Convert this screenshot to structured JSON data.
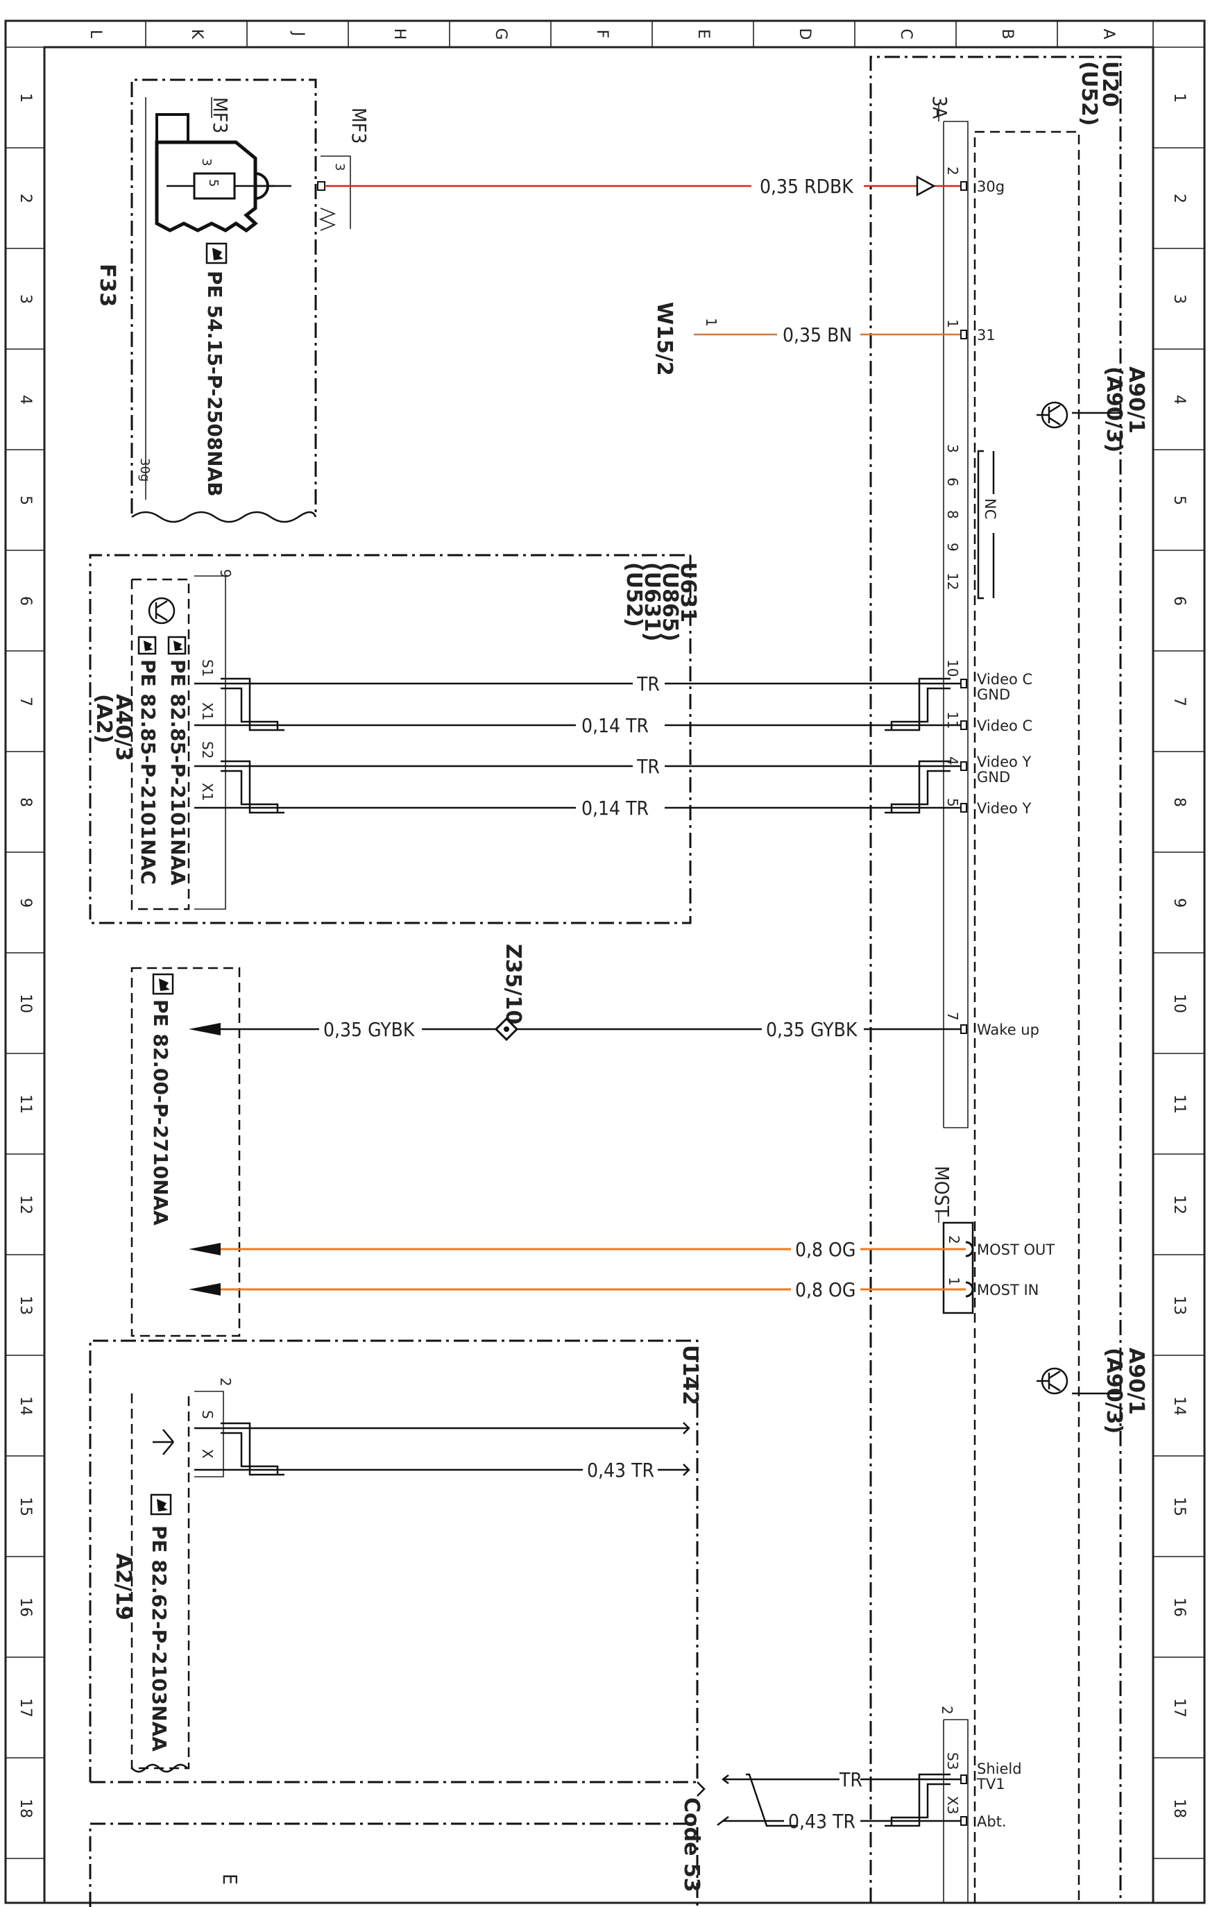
{
  "grid": {
    "columns": [
      "L",
      "K",
      "J",
      "H",
      "G",
      "F",
      "E",
      "D",
      "C",
      "B",
      "A"
    ],
    "rows": [
      "1",
      "2",
      "3",
      "4",
      "5",
      "6",
      "7",
      "8",
      "9",
      "10",
      "11",
      "12",
      "13",
      "14",
      "15",
      "16",
      "17",
      "18"
    ]
  },
  "colors": {
    "rdbk": "#e0201c",
    "bn": "#cc7a3a",
    "og": "#f07a1a",
    "black": "#111111"
  },
  "components": {
    "u20": "U20",
    "u52": "(U52)",
    "a90_1": "A90/1",
    "a90_3": "(A90/3)",
    "mf3": "MF3",
    "f33": "F33",
    "w15_2": "W15/2",
    "u631": "U631",
    "u865": "(U865)",
    "u631b": "(U631)",
    "u52b": "(U52)",
    "a40_3": "A40/3",
    "a2": "(A2)",
    "z35_10": "Z35/10",
    "u142": "U142",
    "a2_19": "A2/19",
    "code53": "Code 53",
    "most": "MOST",
    "three_a": "3A",
    "e": "E",
    "nc": "NC"
  },
  "pe_refs": {
    "f33": "PE 54.15-P-2508NAB",
    "a40_1": "PE 82.85-P-2101NAA",
    "a40_2": "PE 82.85-P-2101NAC",
    "wake": "PE 82.00-P-2710NAA",
    "a2_19": "PE 82.62-P-2103NAA"
  },
  "wires": {
    "w1": "0,35 RDBK",
    "w2": "0,35 BN",
    "w3": "TR",
    "w4": "0,14 TR",
    "w5": "TR",
    "w6": "0,14 TR",
    "w7": "0,35 GYBK",
    "w8": "0,35 GYBK",
    "w9": "0,8 OG",
    "w10": "0,8 OG",
    "w11": "0,43 TR",
    "w12": "TR",
    "w13": "0,43 TR"
  },
  "pins": {
    "p2": "2",
    "p1": "1",
    "nc1": "3",
    "nc2": "6",
    "nc3": "8",
    "nc4": "9",
    "nc5": "12",
    "p10": "10",
    "p11": "11",
    "p4": "4",
    "p5": "5",
    "p7": "7",
    "most2": "2",
    "most1": "1",
    "s3": "S3",
    "x3": "X3",
    "c2": "2",
    "mf3_3": "3",
    "fuse_3": "3",
    "fuse_5": "5",
    "w15_1": "1",
    "k9": "9",
    "s1": "S1",
    "x1a": "X1",
    "s2": "S2",
    "x1b": "X1",
    "k2": "2",
    "ks": "S",
    "kx": "X"
  },
  "signals": {
    "s30g": "30g",
    "s31": "31",
    "vcg1": "Video C",
    "vcg2": "GND",
    "vc": "Video C",
    "vyg1": "Video Y",
    "vyg2": "GND",
    "vy": "Video Y",
    "wake": "Wake up",
    "most_out": "MOST OUT",
    "most_in": "MOST IN",
    "shield1": "Shield",
    "shield2": "TV1",
    "abt": "Abt.",
    "f30g": "30g"
  }
}
